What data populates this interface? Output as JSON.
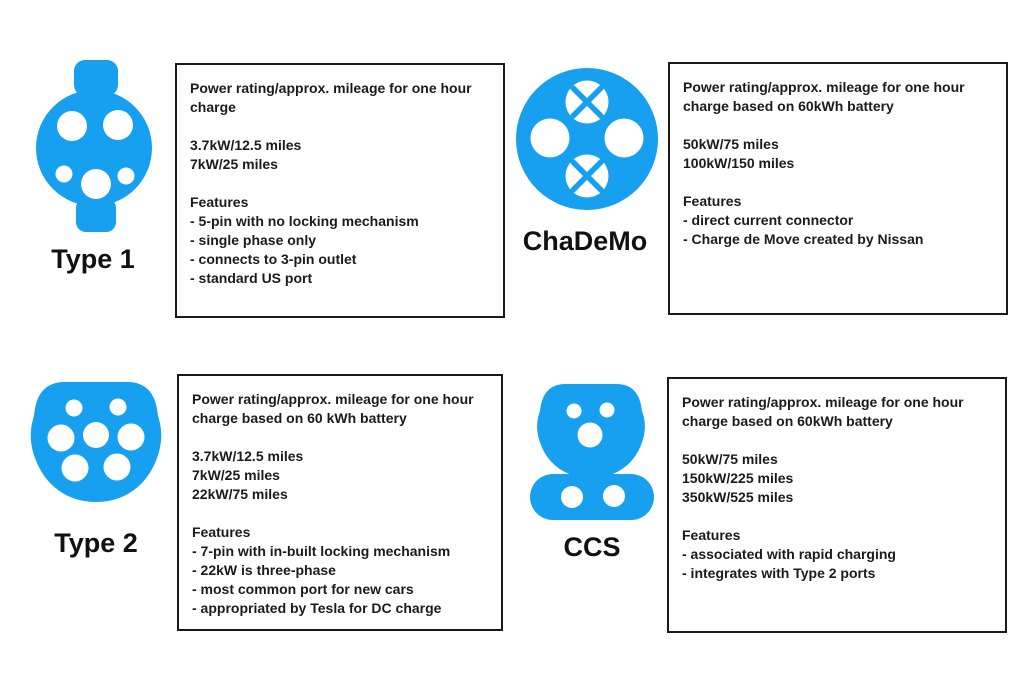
{
  "colors": {
    "accent": "#18a0f0",
    "text": "#1b1b1b",
    "border": "#1a1a1a",
    "background": "#ffffff"
  },
  "cards": [
    {
      "id": "type-1",
      "label": "Type 1",
      "icon": "type1-connector-icon",
      "box": {
        "title": "Power rating/approx. mileage for one hour charge",
        "ratings": [
          "3.7kW/12.5 miles",
          "7kW/25 miles"
        ],
        "features_heading": "Features",
        "features": [
          "- 5-pin with no locking mechanism",
          "- single phase only",
          "- connects to 3-pin outlet",
          "- standard US port"
        ]
      }
    },
    {
      "id": "chademo",
      "label": "ChaDeMo",
      "icon": "chademo-connector-icon",
      "box": {
        "title": "Power rating/approx. mileage for one hour charge based on 60kWh battery",
        "ratings": [
          "50kW/75 miles",
          "100kW/150 miles"
        ],
        "features_heading": "Features",
        "features": [
          "- direct current connector",
          "- Charge de Move created by Nissan"
        ]
      }
    },
    {
      "id": "type-2",
      "label": "Type 2",
      "icon": "type2-connector-icon",
      "box": {
        "title": "Power rating/approx. mileage for one hour charge based on 60 kWh battery",
        "ratings": [
          "3.7kW/12.5 miles",
          "7kW/25 miles",
          "22kW/75 miles"
        ],
        "features_heading": "Features",
        "features": [
          "- 7-pin with in-built locking mechanism",
          "- 22kW is three-phase",
          "- most common port for new cars",
          "- appropriated by Tesla for DC charge"
        ]
      }
    },
    {
      "id": "ccs",
      "label": "CCS",
      "icon": "ccs-connector-icon",
      "box": {
        "title": "Power rating/approx. mileage for one hour charge based on 60kWh battery",
        "ratings": [
          "50kW/75 miles",
          "150kW/225 miles",
          "350kW/525 miles"
        ],
        "features_heading": "Features",
        "features": [
          "- associated with rapid charging",
          "- integrates with Type 2 ports"
        ]
      }
    }
  ]
}
